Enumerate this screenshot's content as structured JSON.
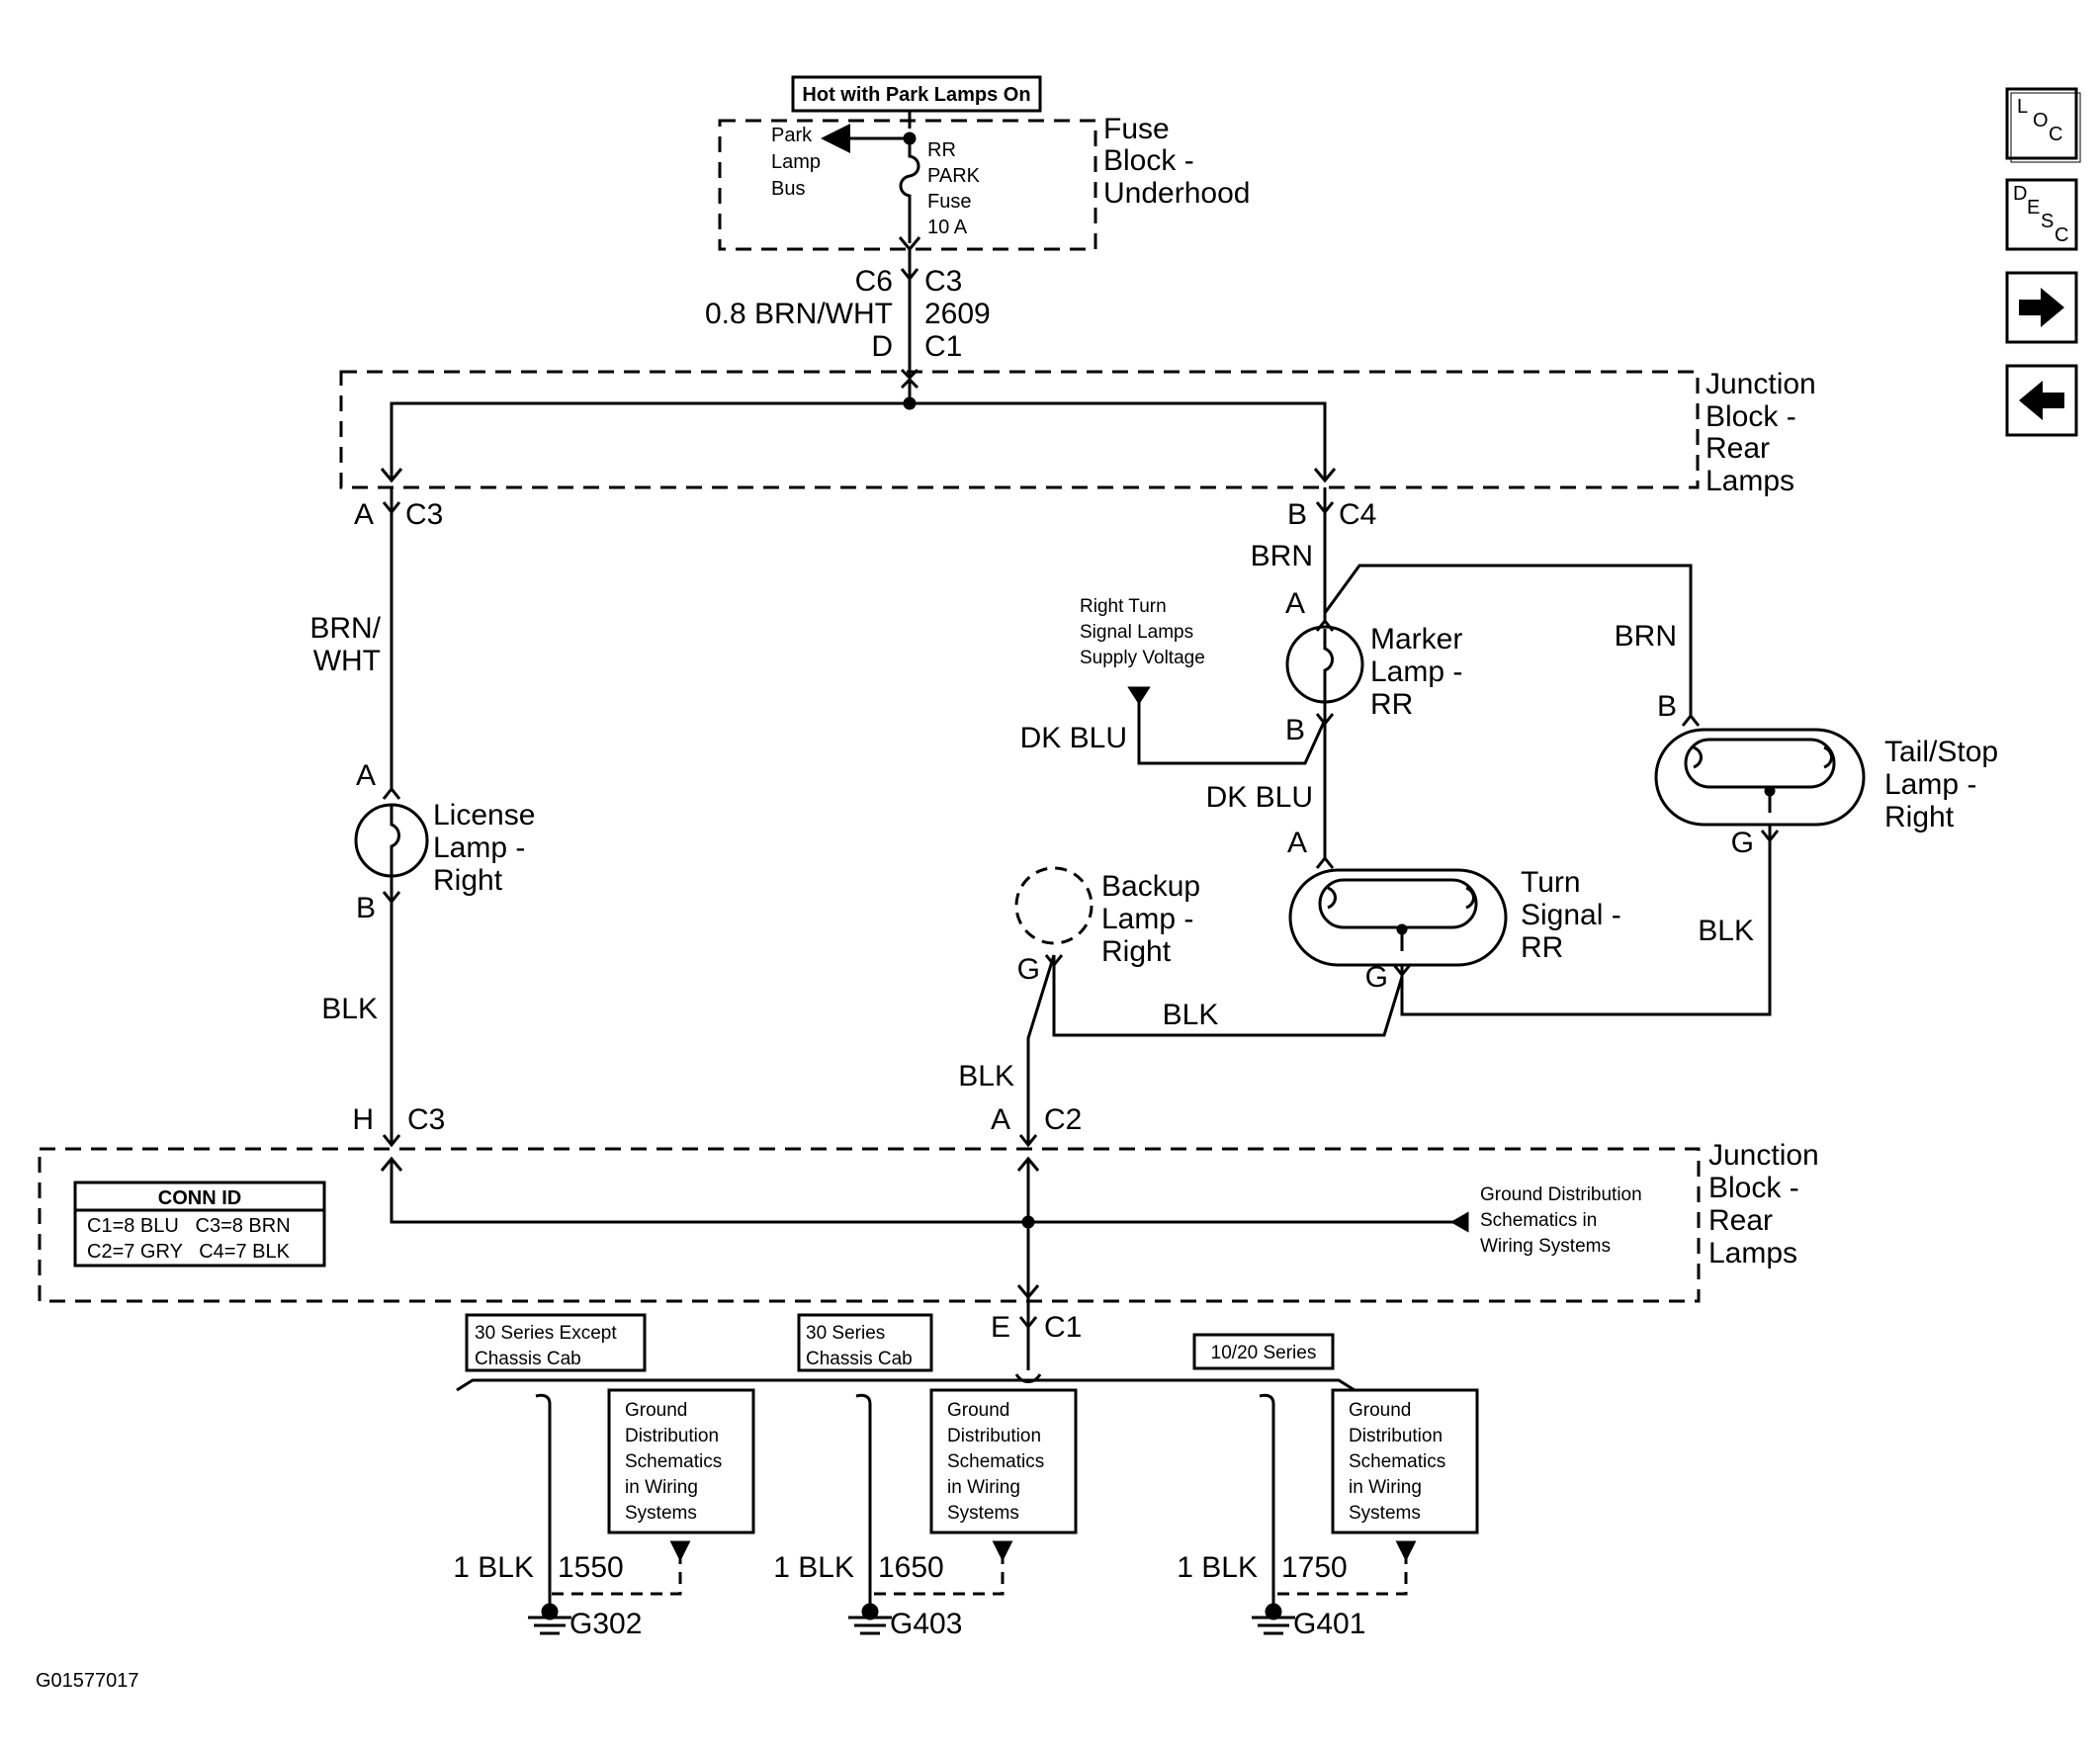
{
  "header_box": "Hot with Park Lamps On",
  "fuse_block": {
    "name": [
      "Fuse",
      "Block -",
      "Underhood"
    ],
    "park_bus": [
      "Park",
      "Lamp",
      "Bus"
    ],
    "fuse": [
      "RR",
      "PARK",
      "Fuse",
      "10 A"
    ]
  },
  "top_wire": {
    "left": [
      "C6",
      "0.8 BRN/WHT",
      "D"
    ],
    "right": [
      "C3",
      "2609",
      "C1"
    ]
  },
  "junction_top": [
    "Junction",
    "Block -",
    "Rear",
    "Lamps"
  ],
  "junction_bottom": [
    "Junction",
    "Block -",
    "Rear",
    "Lamps"
  ],
  "connectors": {
    "a_c3_top": [
      "A",
      "C3"
    ],
    "b_c4": [
      "B",
      "C4"
    ],
    "h_c3": [
      "H",
      "C3"
    ],
    "a_c2": [
      "A",
      "C2"
    ],
    "e_c1": [
      "E",
      "C1"
    ]
  },
  "wire_labels": {
    "brn_wht": [
      "BRN/",
      "WHT"
    ],
    "brn_marker": "BRN",
    "brn_tail": "BRN",
    "dk_blu_supply": "DK BLU",
    "dk_blu_turn": "DK BLU",
    "blk_license": "BLK",
    "blk_backup": "BLK",
    "blk_horizontal": "BLK",
    "blk_tail": "BLK"
  },
  "right_turn_supply": [
    "Right Turn",
    "Signal Lamps",
    "Supply Voltage"
  ],
  "license_lamp": {
    "name": [
      "License",
      "Lamp -",
      "Right"
    ],
    "pin_a": "A",
    "pin_b": "B"
  },
  "marker_lamp": {
    "name": [
      "Marker",
      "Lamp -",
      "RR"
    ],
    "pin_a": "A",
    "pin_b": "B"
  },
  "tail_stop_lamp": {
    "name": [
      "Tail/Stop",
      "Lamp -",
      "Right"
    ],
    "pin_b": "B",
    "pin_g": "G"
  },
  "turn_signal": {
    "name": [
      "Turn",
      "Signal -",
      "RR"
    ],
    "pin_a": "A",
    "pin_g": "G"
  },
  "backup_lamp": {
    "name": [
      "Backup",
      "Lamp -",
      "Right"
    ],
    "pin_g": "G"
  },
  "conn_id": {
    "title": "CONN ID",
    "rows": [
      "C1=8 BLU   C3=8 BRN",
      "C2=7 GRY   C4=7 BLK"
    ]
  },
  "ground_dist_junction": [
    "Ground Distribution",
    "Schematics in",
    "Wiring Systems"
  ],
  "series_labels": {
    "s30_except": [
      "30 Series Except",
      "Chassis Cab"
    ],
    "s30_chassis": [
      "30 Series",
      "Chassis Cab"
    ],
    "s1020": "10/20 Series"
  },
  "ground_boxes": [
    "Ground",
    "Distribution",
    "Schematics",
    "in Wiring",
    "Systems"
  ],
  "grounds": [
    {
      "wire": "1 BLK",
      "circuit": "1550",
      "id": "G302"
    },
    {
      "wire": "1 BLK",
      "circuit": "1650",
      "id": "G403"
    },
    {
      "wire": "1 BLK",
      "circuit": "1750",
      "id": "G401"
    }
  ],
  "figure_id": "G01577017",
  "nav": {
    "loc": [
      "L",
      "O",
      "C"
    ],
    "desc": [
      "D",
      "E",
      "S",
      "C"
    ],
    "forward_icon": "arrow-right",
    "back_icon": "arrow-left"
  }
}
